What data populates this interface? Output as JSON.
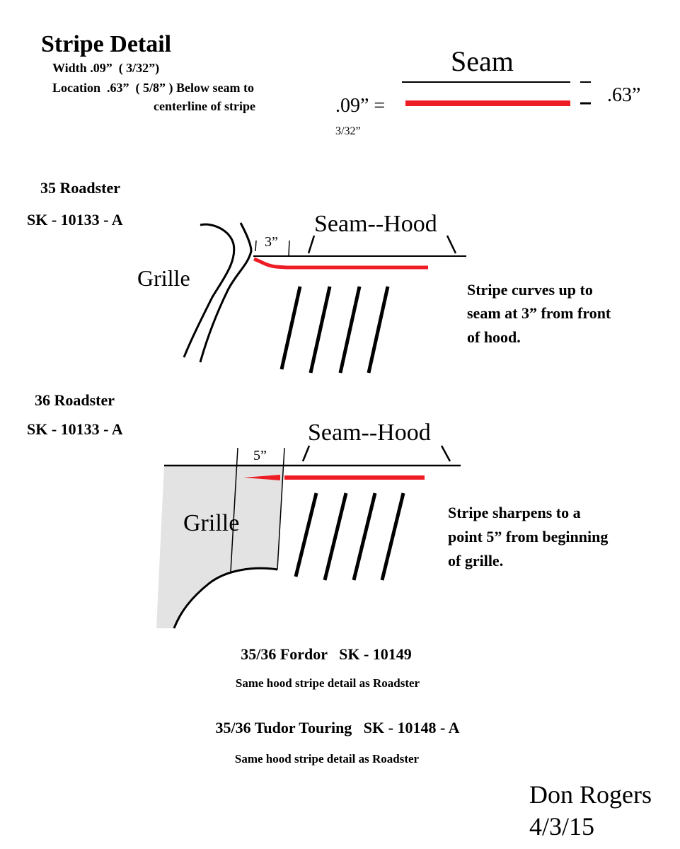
{
  "header": {
    "title": "Stripe Detail",
    "width_line": "Width .09”  ( 3/32”)",
    "location_line": "Location  .63”  ( 5/8” ) Below seam to",
    "location_line2": "centerline of stripe"
  },
  "legend": {
    "seam_label": "Seam",
    "width_label": ".09” =",
    "width_fraction": "3/32”",
    "offset_label": ".63”"
  },
  "roadster35": {
    "title": "35 Roadster",
    "sk": "SK - 10133 - A",
    "grille_label": "Grille",
    "seam_label": "Seam--Hood",
    "dimension": "3”",
    "note": [
      "Stripe curves up to",
      "seam at 3” from front",
      "of hood."
    ]
  },
  "roadster36": {
    "title": "36 Roadster",
    "sk": "SK - 10133 - A",
    "grille_label": "Grille",
    "seam_label": "Seam--Hood",
    "dimension": "5”",
    "note": [
      "Stripe sharpens to a",
      "point 5” from beginning",
      "of grille."
    ]
  },
  "fordor": {
    "title": "35/36 Fordor   SK - 10149",
    "note": "Same hood stripe detail as Roadster"
  },
  "tudor": {
    "title": "35/36 Tudor Touring   SK - 10148 - A",
    "note": "Same hood stripe detail as Roadster"
  },
  "signature": {
    "name": "Don Rogers",
    "date": "4/3/15"
  },
  "colors": {
    "stripe": "#ee1c24",
    "grille_fill": "#e3e3e3"
  }
}
